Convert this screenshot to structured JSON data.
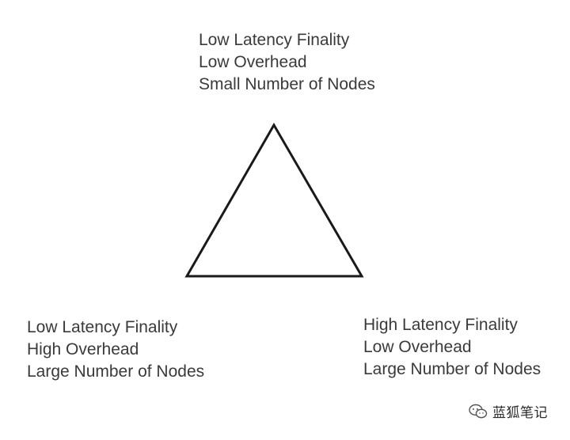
{
  "diagram": {
    "vertices": {
      "top": {
        "lines": [
          "Low Latency Finality",
          "Low Overhead",
          "Small Number of Nodes"
        ]
      },
      "bottom_left": {
        "lines": [
          "Low Latency Finality",
          "High Overhead",
          "Large Number of Nodes"
        ]
      },
      "bottom_right": {
        "lines": [
          "High Latency Finality",
          "Low Overhead",
          "Large Number of Nodes"
        ]
      }
    }
  },
  "watermark": {
    "text": "蓝狐笔记",
    "icon": "chat-bubble-icon"
  },
  "colors": {
    "line": "#1a1a1a",
    "text": "#3a3a3a",
    "background": "#ffffff"
  }
}
